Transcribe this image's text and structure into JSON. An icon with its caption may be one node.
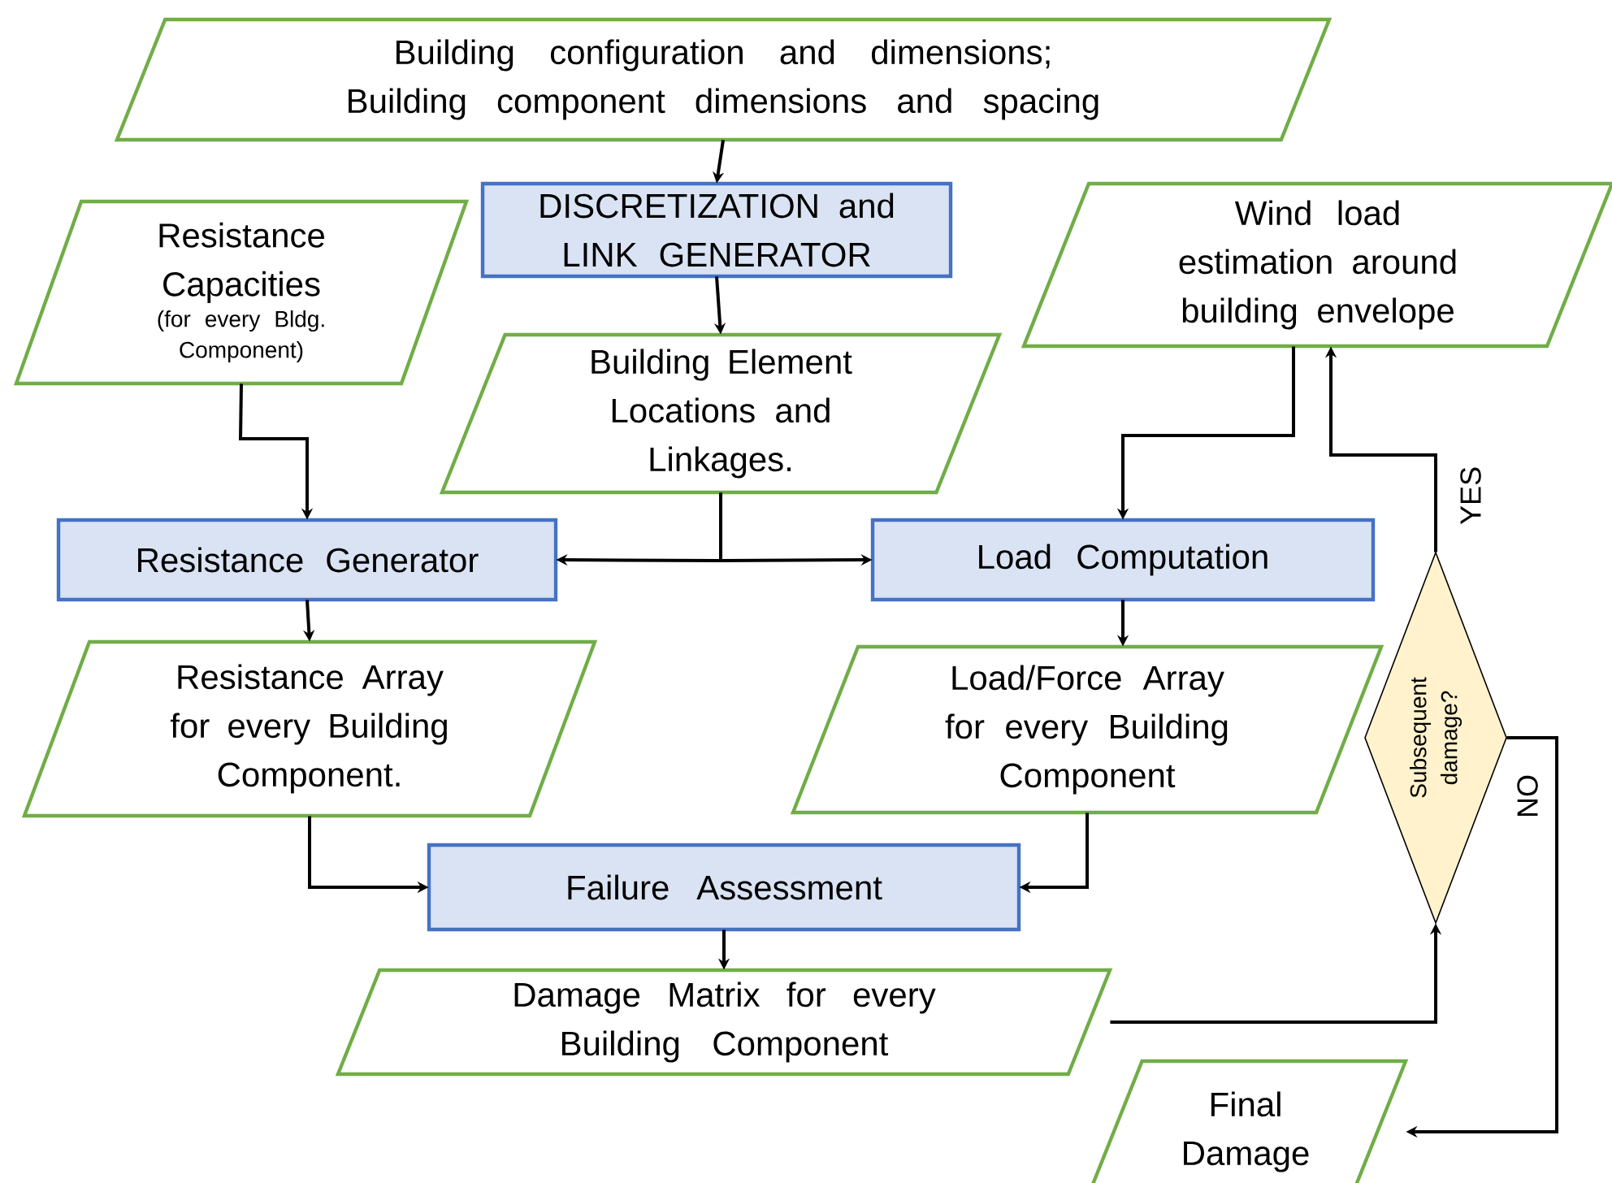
{
  "diagram": {
    "nodes": [
      {
        "text": [
          "Building configuration and dimensions;",
          "Building component dimensions and spacing"
        ]
      },
      {
        "text": [
          "DISCRETIZATION and LINK GENERATOR"
        ]
      },
      {
        "text": [
          "Resistance Capacities",
          "(for every Bldg. Component)"
        ]
      },
      {
        "text": [
          "Wind load estimation around building envelope"
        ]
      },
      {
        "text": [
          "Building Element Locations and Linkages."
        ]
      },
      {
        "text": [
          "Resistance Generator"
        ]
      },
      {
        "text": [
          "Load Computation"
        ]
      },
      {
        "text": [
          "Resistance Array for every Building Component."
        ]
      },
      {
        "text": [
          "Load/Force Array for every Building Component"
        ]
      },
      {
        "text": [
          "Subsequent damage?"
        ]
      },
      {
        "text": [
          "Failure Assessment"
        ]
      },
      {
        "text": [
          "Damage Matrix for every Building Component"
        ]
      },
      {
        "text": [
          "Final Damage"
        ]
      }
    ],
    "edges": [
      {
        "from": 0,
        "to": 1,
        "arrow": "to"
      },
      {
        "from": 1,
        "to": 4,
        "arrow": "to"
      },
      {
        "from": 2,
        "to": 5,
        "arrow": "to"
      },
      {
        "from": 4,
        "to": 5,
        "arrow": "to"
      },
      {
        "from": 4,
        "to": 6,
        "arrow": "to"
      },
      {
        "from": 3,
        "to": 6,
        "arrow": "to"
      },
      {
        "from": 5,
        "to": 7,
        "arrow": "to"
      },
      {
        "from": 6,
        "to": 8,
        "arrow": "to"
      },
      {
        "from": 7,
        "to": 10,
        "arrow": "to"
      },
      {
        "from": 8,
        "to": 10,
        "arrow": "to"
      },
      {
        "from": 10,
        "to": 11,
        "arrow": "to"
      },
      {
        "from": 11,
        "to": 9,
        "arrow": "to"
      },
      {
        "from": 9,
        "to": 3,
        "arrow": "to",
        "label": "YES"
      },
      {
        "from": 9,
        "to": 12,
        "arrow": "to",
        "label": "NO"
      }
    ]
  }
}
